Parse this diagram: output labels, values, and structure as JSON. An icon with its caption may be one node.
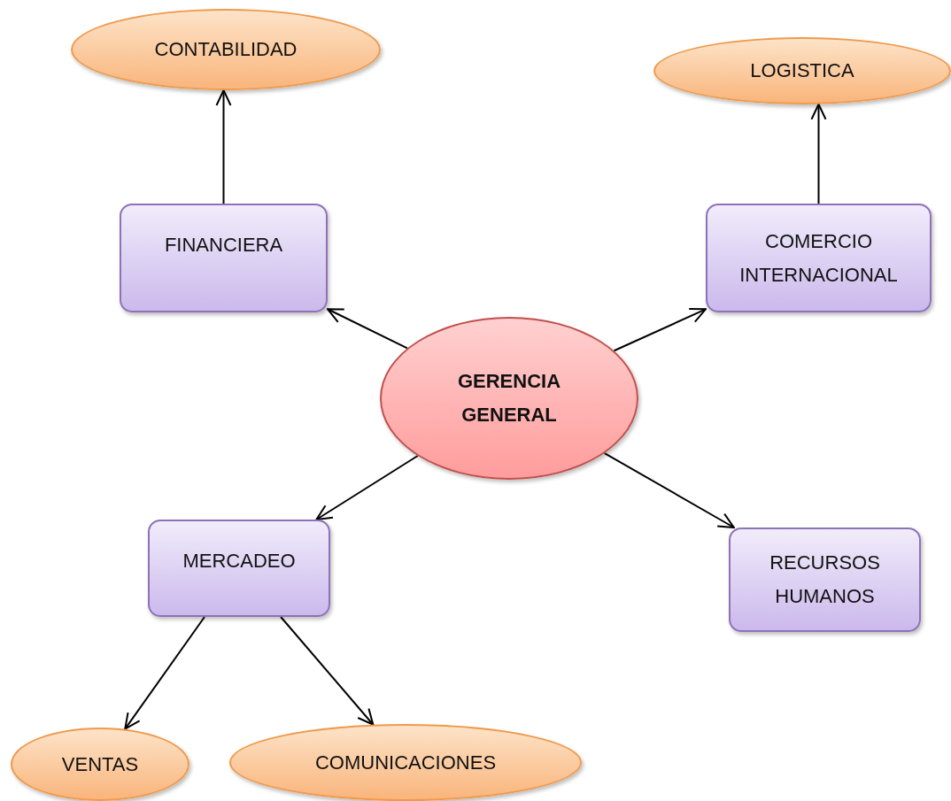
{
  "diagram": {
    "nodes": [
      {
        "text": [
          "GERENCIA GENERAL"
        ]
      },
      {
        "text": [
          "FINANCIERA"
        ]
      },
      {
        "text": [
          "COMERCIO INTERNACIONAL"
        ]
      },
      {
        "text": [
          "MERCADEO"
        ]
      },
      {
        "text": [
          "RECURSOS HUMANOS"
        ]
      },
      {
        "text": [
          "CONTABILIDAD"
        ]
      },
      {
        "text": [
          "LOGISTICA"
        ]
      },
      {
        "text": [
          "VENTAS"
        ]
      },
      {
        "text": [
          "COMUNICACIONES"
        ]
      }
    ],
    "edges": [
      {
        "from": 0,
        "to": 1,
        "arrow": "to"
      },
      {
        "from": 0,
        "to": 2,
        "arrow": "to"
      },
      {
        "from": 0,
        "to": 3,
        "arrow": "to"
      },
      {
        "from": 0,
        "to": 4,
        "arrow": "to"
      },
      {
        "from": 1,
        "to": 5,
        "arrow": "to"
      },
      {
        "from": 2,
        "to": 6,
        "arrow": "to"
      },
      {
        "from": 3,
        "to": 7,
        "arrow": "to"
      },
      {
        "from": 3,
        "to": 8,
        "arrow": "to"
      }
    ]
  }
}
